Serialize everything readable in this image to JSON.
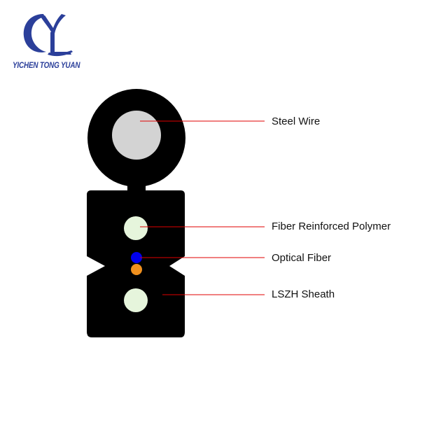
{
  "logo": {
    "text": "YICHEN TONG YUAN",
    "color": "#2b3f9a"
  },
  "labels": {
    "steel_wire": "Steel Wire",
    "frp": "Fiber Reinforced Polymer",
    "optical_fiber": "Optical Fiber",
    "sheath": "LSZH Sheath"
  },
  "colors": {
    "sheath": "#000000",
    "steel_wire": "#d3d3d3",
    "frp": "#e6f5dc",
    "fiber_blue": "#0000ee",
    "fiber_orange": "#f0901e",
    "leader_line": "#e00000"
  }
}
